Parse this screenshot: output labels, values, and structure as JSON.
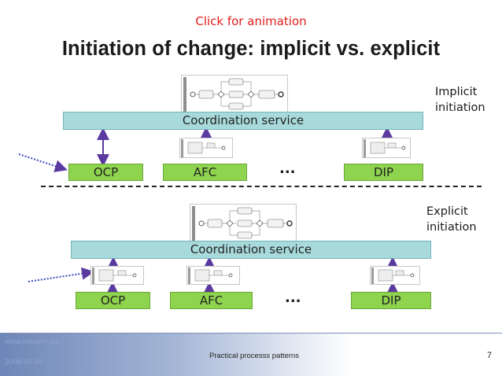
{
  "slide": {
    "animation_hint": "Click for animation",
    "title": "Initiation of change: implicit vs. explicit",
    "implicit_note": [
      "Implicit",
      "initiation"
    ],
    "explicit_note": [
      "Explicit",
      "initiation"
    ]
  },
  "top": {
    "coordination_label": "Coordination service",
    "boxes": [
      "OCP",
      "AFC",
      "DIP"
    ],
    "ellipsis": "..."
  },
  "bottom": {
    "coordination_label": "Coordination service",
    "boxes": [
      "OCP",
      "AFC",
      "DIP"
    ],
    "ellipsis": "..."
  },
  "footer": {
    "website": "www.eduarin.biz",
    "date": "2008-05-25",
    "center_text": "Practical processs patterns",
    "page_number": "7"
  },
  "colors": {
    "accent_red": "#e0201c",
    "service_bar": "#a8dadc",
    "component_box": "#8fd44e",
    "arrow": "#5a3aa0"
  }
}
